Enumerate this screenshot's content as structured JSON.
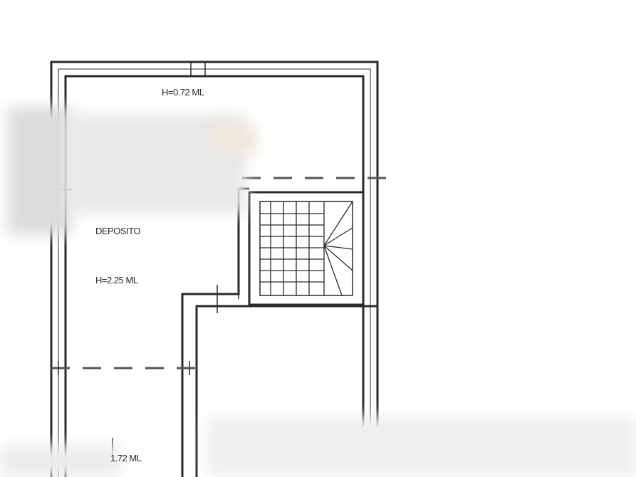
{
  "drawing": {
    "labels": {
      "top_height": "H=0.72 ML",
      "room_name": "DEPOSITO",
      "room_height": "H=2.25 ML",
      "bottom_height": "1.72 ML"
    },
    "colors": {
      "line": "#2a2a2a",
      "dash": "#555555",
      "background": "#ffffff",
      "blur": "#e6e6e6"
    }
  }
}
